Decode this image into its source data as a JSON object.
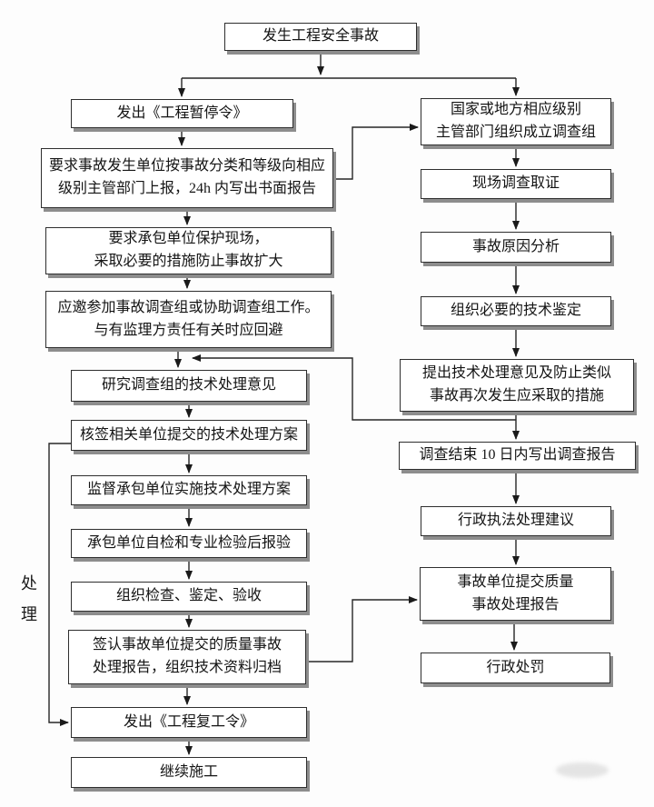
{
  "flow": {
    "start_label": "发生工程安全事故",
    "side_label": "处理",
    "left": [
      {
        "label": "发出《工程暂停令》"
      },
      {
        "label": "要求事故发生单位按事故分类和等级向相应\n级别主管部门上报，24h 内写出书面报告"
      },
      {
        "label": "要求承包单位保护现场，\n采取必要的措施防止事故扩大"
      },
      {
        "label": "应邀参加事故调查组或协助调查组工作。\n与有监理方责任有关时应回避"
      },
      {
        "label": "研究调查组的技术处理意见"
      },
      {
        "label": "核签相关单位提交的技术处理方案"
      },
      {
        "label": "监督承包单位实施技术处理方案"
      },
      {
        "label": "承包单位自检和专业检验后报验"
      },
      {
        "label": "组织检查、鉴定、验收"
      },
      {
        "label": "签认事故单位提交的质量事故\n处理报告，组织技术资料归档"
      },
      {
        "label": "发出《工程复工令》"
      },
      {
        "label": "继续施工"
      }
    ],
    "right": [
      {
        "label": "国家或地方相应级别\n主管部门组织成立调查组"
      },
      {
        "label": "现场调查取证"
      },
      {
        "label": "事故原因分析"
      },
      {
        "label": "组织必要的技术鉴定"
      },
      {
        "label": "提出技术处理意见及防止类似\n事故再次发生应采取的措施"
      },
      {
        "label": "调查结束 10 日内写出调查报告"
      },
      {
        "label": "行政执法处理建议"
      },
      {
        "label": "事故单位提交质量\n事故处理报告"
      },
      {
        "label": "行政处罚"
      }
    ]
  }
}
